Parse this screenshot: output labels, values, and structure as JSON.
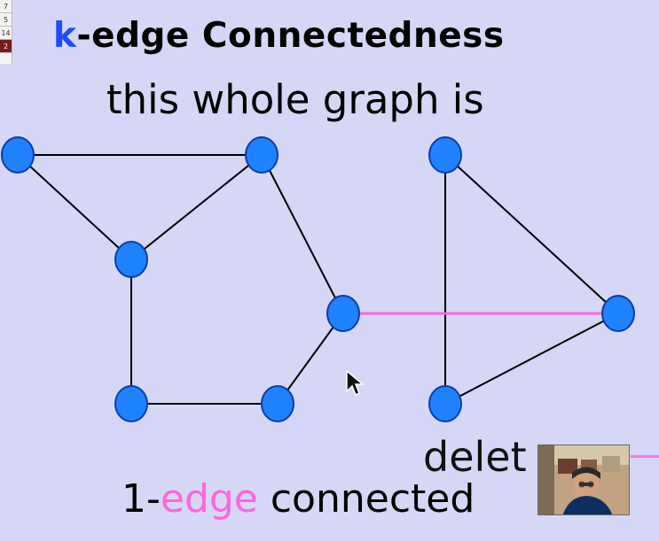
{
  "left_strip": {
    "items": [
      "7",
      "5",
      "14",
      "2"
    ],
    "active_index": 3
  },
  "slide": {
    "title_prefix": "k",
    "title_rest": "-edge Connectedness",
    "subtitle": "this whole graph is",
    "bottom_prefix": "1-",
    "bottom_edge": "edge",
    "bottom_suffix": " connected",
    "delete_word": "delet"
  },
  "colors": {
    "background": "#d6d7f7",
    "node_fill": "#1f82ff",
    "node_stroke": "#0b3da8",
    "edge": "#000000",
    "highlight_edge": "#ff66dd",
    "title_k": "#1f4cff"
  },
  "webcam": {
    "icon": "video-feed"
  },
  "cursor": {
    "icon": "arrow-pointer-icon"
  }
}
